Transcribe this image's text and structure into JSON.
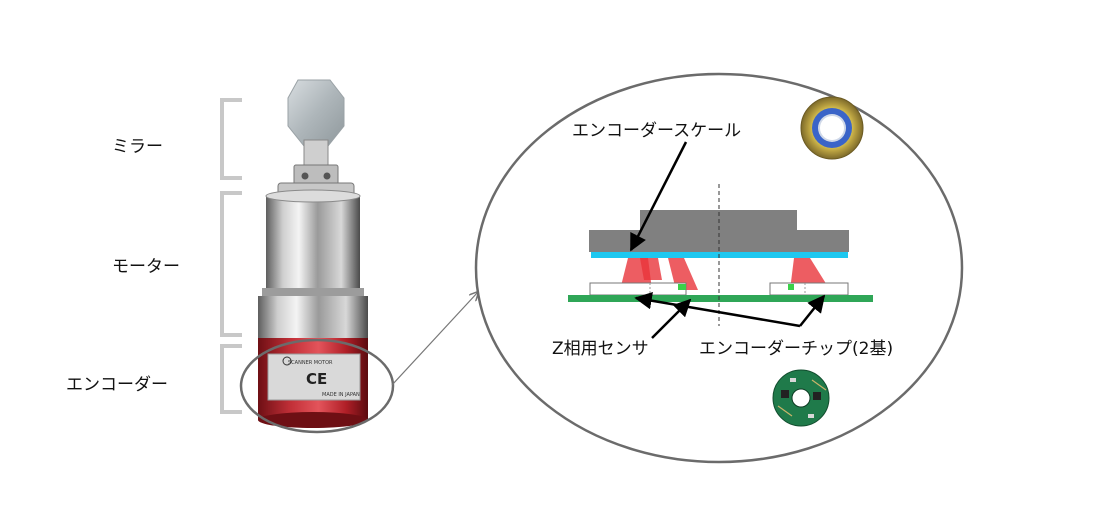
{
  "left_labels": {
    "mirror": "ミラー",
    "motor": "モーター",
    "encoder": "エンコーダー"
  },
  "motor_body_text": {
    "ce_mark": "CE",
    "made_in": "MADE IN JAPAN",
    "model_line": "SCANNER MOTOR"
  },
  "detail_labels": {
    "encoder_scale": "エンコーダースケール",
    "z_phase_sensor": "Z相用センサ",
    "encoder_chips": "エンコーダーチップ(2基)"
  },
  "colors": {
    "outline": "#6b6b6b",
    "block_gray": "#808080",
    "scale_cyan": "#1ec8f0",
    "pcb_green": "#2fa657",
    "beam_red": "#e8353b",
    "encoder_red": "#b8242a",
    "bracket": "#c8c8c8"
  }
}
